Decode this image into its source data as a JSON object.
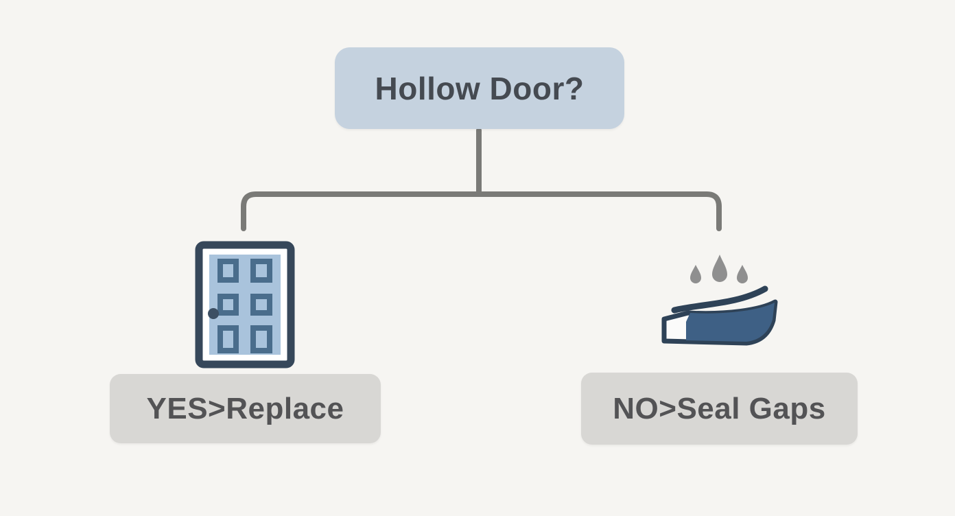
{
  "diagram": {
    "question": {
      "label": "Hollow Door?"
    },
    "branches": [
      {
        "id": "yes",
        "label": "YES>Replace",
        "icon": "hollow-door-icon"
      },
      {
        "id": "no",
        "label": "NO>Seal Gaps",
        "icon": "door-sweep-seal-icon"
      }
    ],
    "colors": {
      "background": "#f6f5f2",
      "question_box": "#c5d2df",
      "question_text": "#454a51",
      "connector_line": "#7a7a77",
      "answer_box": "#d8d7d4",
      "answer_text": "#535355",
      "door_frame": "#36475a",
      "door_slab": "#a9c3dc",
      "door_panel_outline": "#4a6d8c",
      "door_knob": "#3c4f63",
      "seal_fill": "#3e6085",
      "seal_outline": "#2e4257",
      "droplet": "#8f8f8f"
    }
  }
}
